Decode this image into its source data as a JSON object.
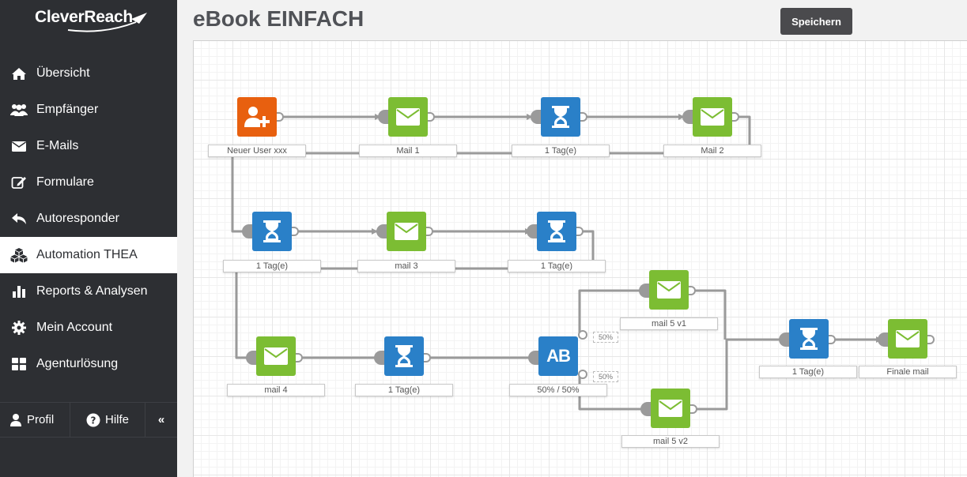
{
  "brand": {
    "name": "CleverReach"
  },
  "sidebar": {
    "items": [
      {
        "label": "Übersicht",
        "icon": "home-icon"
      },
      {
        "label": "Empfänger",
        "icon": "users-icon"
      },
      {
        "label": "E-Mails",
        "icon": "envelope-icon"
      },
      {
        "label": "Formulare",
        "icon": "edit-icon"
      },
      {
        "label": "Autoresponder",
        "icon": "reply-icon"
      },
      {
        "label": "Automation THEA",
        "icon": "cubes-icon",
        "active": true
      },
      {
        "label": "Reports & Analysen",
        "icon": "bar-chart-icon"
      },
      {
        "label": "Mein Account",
        "icon": "gear-icon"
      },
      {
        "label": "Agenturlösung",
        "icon": "grid-icon"
      }
    ],
    "bottom": {
      "profil": "Profil",
      "hilfe": "Hilfe",
      "collapse": "«"
    }
  },
  "header": {
    "title": "eBook EINFACH",
    "save_label": "Speichern"
  },
  "flow": {
    "nodes": [
      {
        "label": "Neuer User xxx",
        "type": "user-add"
      },
      {
        "label": "Mail 1",
        "type": "mail"
      },
      {
        "label": "1 Tag(e)",
        "type": "wait"
      },
      {
        "label": "Mail 2",
        "type": "mail"
      },
      {
        "label": "1 Tag(e)",
        "type": "wait"
      },
      {
        "label": "mail 3",
        "type": "mail"
      },
      {
        "label": "1 Tag(e)",
        "type": "wait"
      },
      {
        "label": "mail 4",
        "type": "mail"
      },
      {
        "label": "1 Tag(e)",
        "type": "wait"
      },
      {
        "label": "50% / 50%",
        "type": "ab-split",
        "glyph": "AB"
      },
      {
        "label": "mail 5 v1",
        "type": "mail"
      },
      {
        "label": "mail 5 v2",
        "type": "mail"
      },
      {
        "label": "1 Tag(e)",
        "type": "wait"
      },
      {
        "label": "Finale mail",
        "type": "mail"
      }
    ],
    "split_a": "50%",
    "split_b": "50%"
  },
  "colors": {
    "sidebar_bg": "#2d2f33",
    "mail": "#7cbd33",
    "wait": "#2a80c8",
    "trigger": "#e8600f",
    "wire": "#9a9a9a"
  }
}
